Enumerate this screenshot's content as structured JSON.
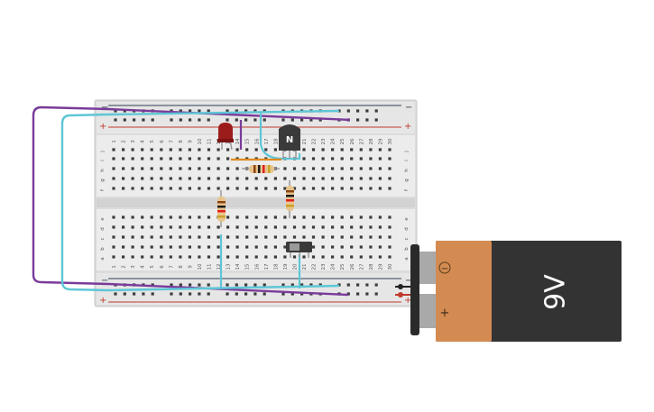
{
  "breadboard": {
    "rail_minus": "−",
    "rail_plus": "+",
    "column_numbers": [
      "1",
      "2",
      "3",
      "4",
      "5",
      "6",
      "7",
      "8",
      "9",
      "10",
      "11",
      "12",
      "13",
      "14",
      "15",
      "16",
      "17",
      "18",
      "19",
      "20",
      "21",
      "22",
      "23",
      "24",
      "25",
      "26",
      "27",
      "28",
      "29",
      "30"
    ],
    "top_row_letters": [
      "j",
      "i",
      "h",
      "g",
      "f"
    ],
    "bottom_row_letters": [
      "e",
      "d",
      "c",
      "b",
      "a"
    ]
  },
  "transistor": {
    "label": "N"
  },
  "battery": {
    "voltage_label": "9V",
    "terminal_minus": "−",
    "terminal_plus": "+"
  },
  "colors": {
    "wire_purple": "#7a3b9a",
    "wire_cyan": "#5ec6d6",
    "wire_orange": "#e08a1e",
    "led_red": "#9c1c1c",
    "battery_body": "#333333",
    "battery_cap": "#d38b52",
    "rail_red": "#c0392b",
    "rail_blue": "#2c3e50"
  }
}
